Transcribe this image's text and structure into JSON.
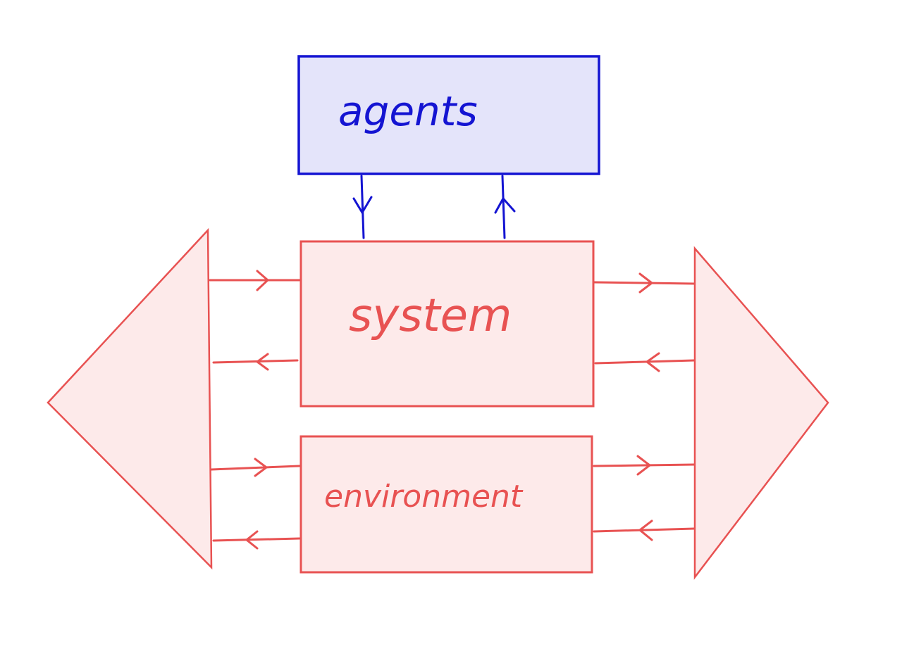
{
  "colors": {
    "agents_stroke": "#1414d2",
    "agents_fill": "#e4e4fa",
    "system_stroke": "#e85252",
    "system_fill": "#fdeaea"
  },
  "labels": {
    "agents": "agents",
    "system": "system",
    "environment": "environment"
  }
}
